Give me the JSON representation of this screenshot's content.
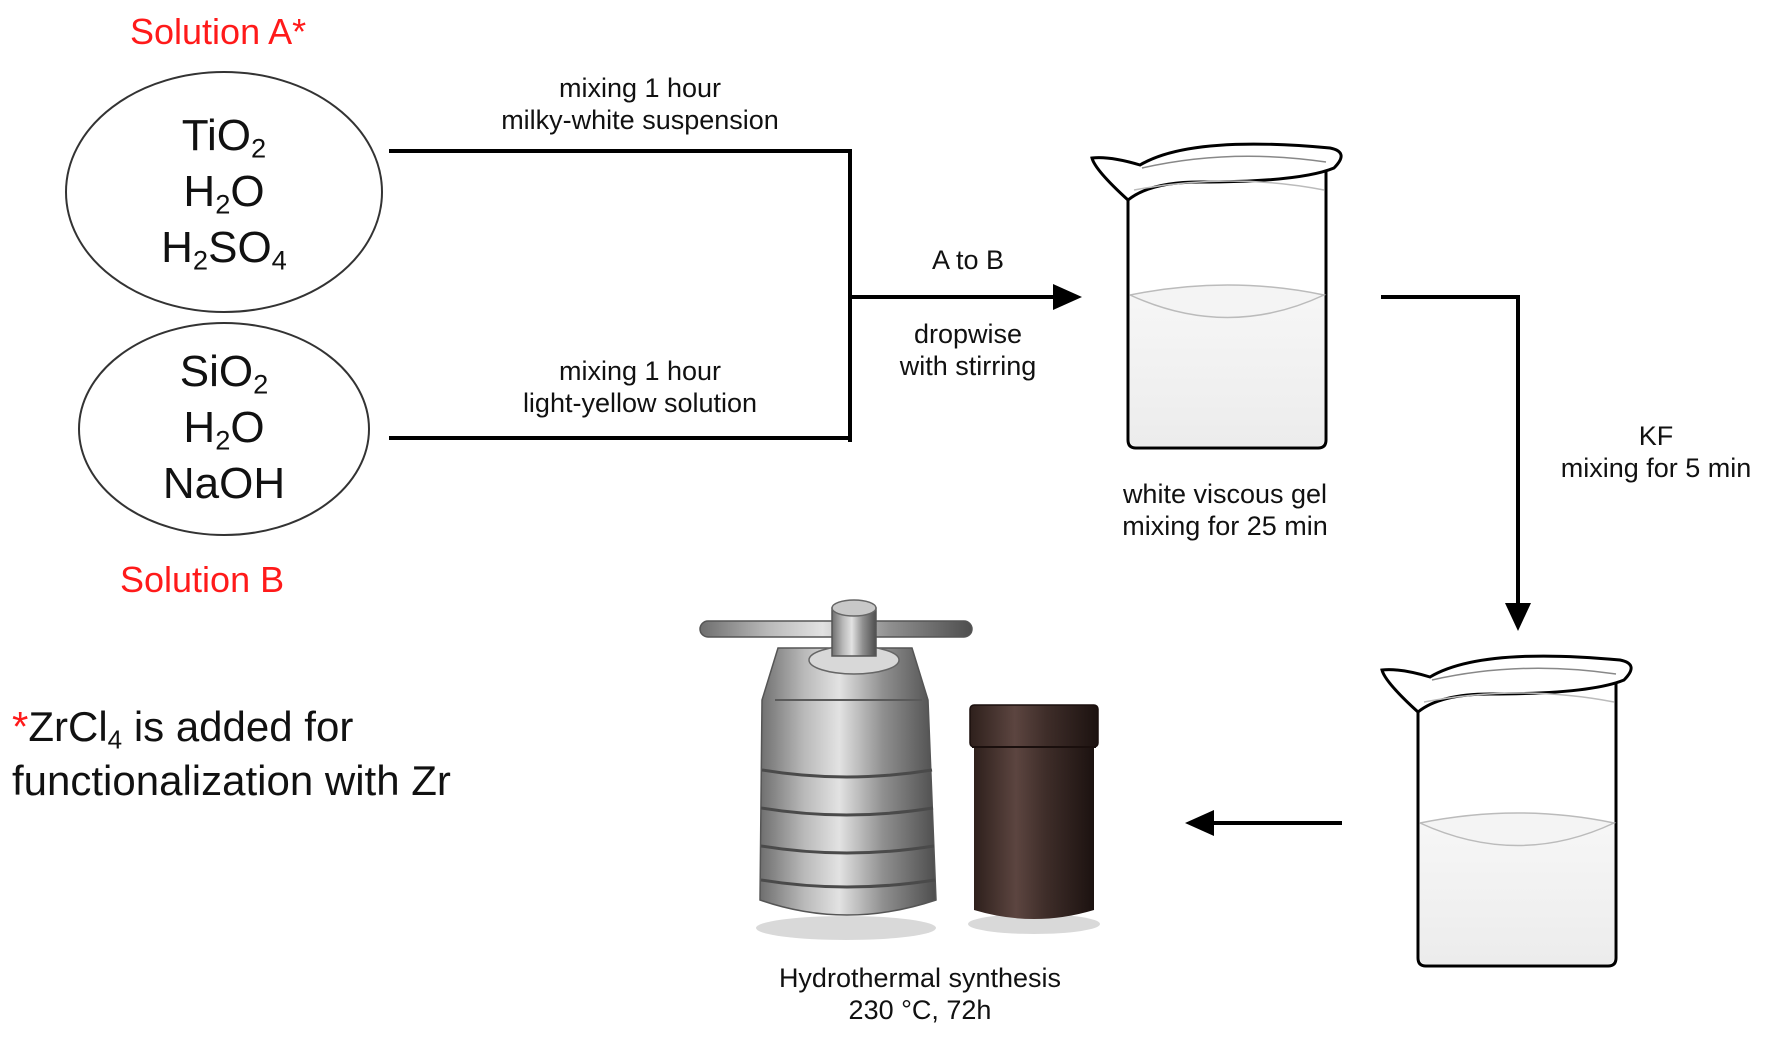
{
  "solution_a": {
    "title": "Solution A*",
    "components": [
      {
        "base": "TiO",
        "sub": "2",
        "tail": ""
      },
      {
        "base": "H",
        "sub": "2",
        "tail": "O"
      },
      {
        "base": "H",
        "sub": "2",
        "tail": "SO",
        "sub2": "4"
      }
    ]
  },
  "solution_b": {
    "title": "Solution B",
    "components": [
      {
        "base": "SiO",
        "sub": "2",
        "tail": ""
      },
      {
        "base": "H",
        "sub": "2",
        "tail": "O"
      },
      {
        "base": "NaOH",
        "sub": "",
        "tail": ""
      }
    ]
  },
  "step_a": {
    "line1": "mixing 1 hour",
    "line2": "milky-white suspension"
  },
  "step_b": {
    "line1": "mixing 1 hour",
    "line2": "light-yellow solution"
  },
  "combine": {
    "top": "A to B",
    "line1": "dropwise",
    "line2": "with stirring"
  },
  "gel": {
    "line1": "white viscous gel",
    "line2": "mixing for 25 min"
  },
  "kf": {
    "line1": "KF",
    "line2": "mixing for 5 min"
  },
  "hydro": {
    "line1": "Hydrothermal synthesis",
    "line2": "230 °C, 72h"
  },
  "note": {
    "star": "*",
    "pre": "ZrCl",
    "sub": "4",
    "post": " is added for",
    "line2": "functionalization with Zr"
  },
  "colors": {
    "accent_red": "#ff1a1a",
    "line": "#000000",
    "liquid": "#f2f2f2"
  }
}
